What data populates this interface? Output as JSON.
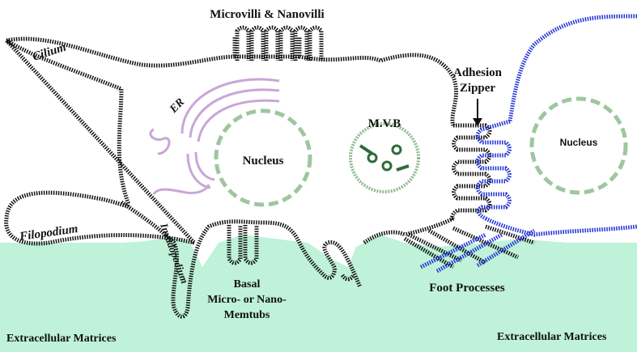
{
  "labels": {
    "microvilli": "Microvilli & Nanovilli",
    "cilium": "Cilium",
    "er": "ER",
    "nucleus_left": "Nucleus",
    "mvb": "M.V.B",
    "adhesion_zipper_1": "Adhesion",
    "adhesion_zipper_2": "Zipper",
    "nucleus_right": "Nucleus",
    "filopodium": "Filopodium",
    "invadopodium": "Invadopodium",
    "basal_1": "Basal",
    "basal_2": "Micro- or Nano-",
    "basal_3": "Memtubs",
    "foot_processes": "Foot Processes",
    "ecm_left": "Extracellular Matrices",
    "ecm_right": "Extracellular Matrices"
  },
  "colors": {
    "membrane": "#111111",
    "neighbor_membrane": "#1f2fd6",
    "er": "#b98bc8",
    "nucleus": "#8fb98f",
    "mvb": "#7fae7f",
    "matrix": "#bff2d8"
  }
}
